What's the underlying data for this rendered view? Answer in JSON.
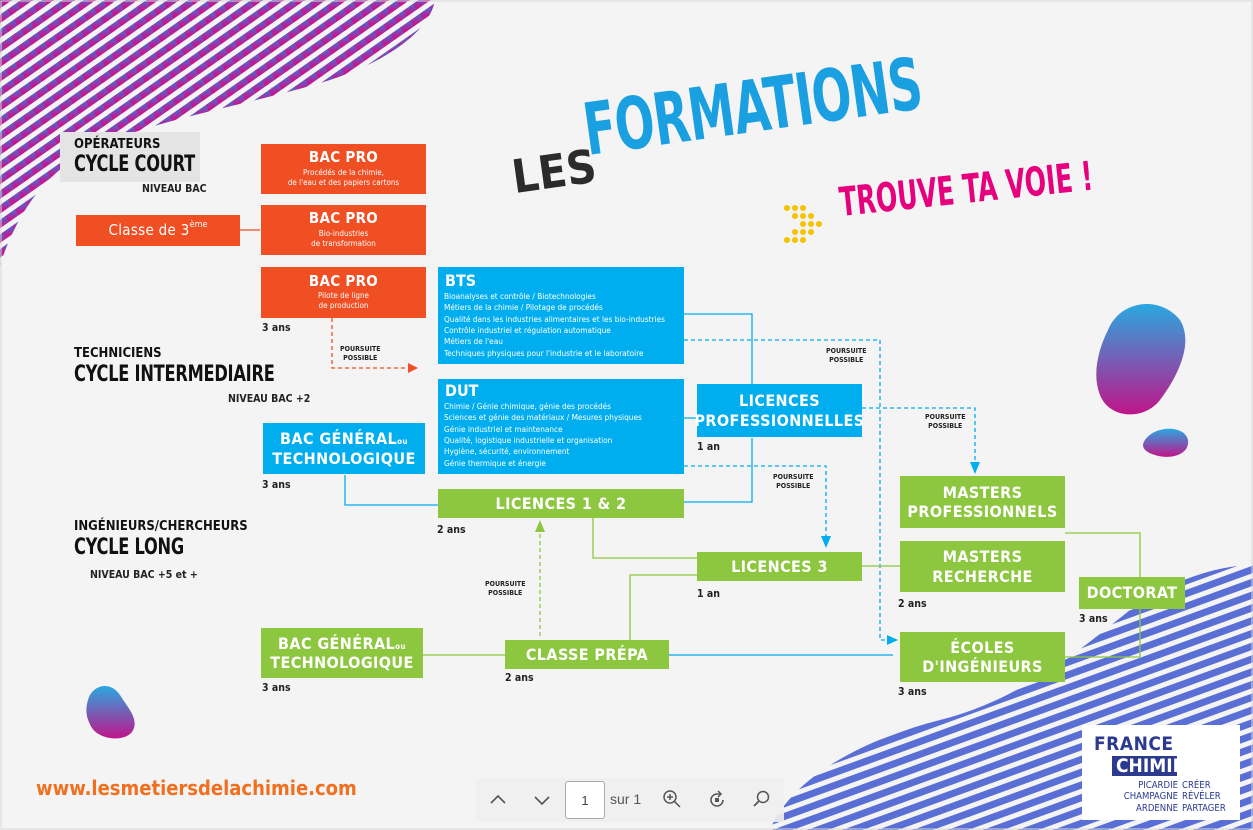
{
  "title": {
    "les": "LES",
    "formations": "FORMATIONS",
    "tagline": "TROUVE TA VOIE !"
  },
  "colors": {
    "orange": "#f04e23",
    "blue": "#00aeef",
    "green": "#8dc63f",
    "pink": "#e6007e",
    "navy": "#2b3a8f"
  },
  "sections": {
    "operateurs": {
      "role": "OPÉRATEURS",
      "cycle": "CYCLE COURT",
      "level": "NIVEAU BAC"
    },
    "techniciens": {
      "role": "TECHNICIENS",
      "cycle": "CYCLE INTERMEDIAIRE",
      "level": "NIVEAU BAC +2"
    },
    "ingenieurs": {
      "role": "INGÉNIEURS/CHERCHEURS",
      "cycle": "CYCLE LONG",
      "level": "NIVEAU BAC +5 et +"
    }
  },
  "classe3": {
    "label": "Classe de 3",
    "sup": "ème"
  },
  "bacpro": [
    {
      "title": "BAC PRO",
      "sub1": "Procédés de la chimie,",
      "sub2": "de l'eau et des papiers cartons"
    },
    {
      "title": "BAC PRO",
      "sub1": "Bio-industries",
      "sub2": "de transformation"
    },
    {
      "title": "BAC PRO",
      "sub1": "Pilote de ligne",
      "sub2": "de production"
    }
  ],
  "bts": {
    "title": "BTS",
    "items": [
      "Bioanalyses et contrôle / Biotechnologies",
      "Métiers de la chimie / Pilotage de procédés",
      "Qualité dans les industries alimentaires et les bio-industries",
      "Contrôle industriel et régulation automatique",
      "Métiers de l'eau",
      "Techniques physiques pour l'industrie et le laboratoire"
    ]
  },
  "dut": {
    "title": "DUT",
    "items": [
      "Chimie / Génie chimique, génie des procédés",
      "Sciences et génie des matériaux / Mesures physiques",
      "Génie industriel et maintenance",
      "Qualité, logistique industrielle et organisation",
      "Hygiène, sécurité, environnement",
      "Génie thermique et énergie"
    ]
  },
  "bac_general_tech": {
    "line1": "BAC GÉNÉRAL",
    "ou": "ou",
    "line2": "TECHNOLOGIQUE"
  },
  "licences_pro": {
    "line1": "LICENCES",
    "line2": "PROFESSIONNELLES"
  },
  "licences_12": "LICENCES 1 & 2",
  "licence_3": "LICENCES 3",
  "classe_prepa": "CLASSE PRÉPA",
  "masters_pro": {
    "line1": "MASTERS",
    "line2": "PROFESSIONNELS"
  },
  "masters_rech": {
    "line1": "MASTERS",
    "line2": "RECHERCHE"
  },
  "doctorat": "DOCTORAT",
  "ecoles": {
    "line1": "ÉCOLES",
    "line2": "D'INGÉNIEURS"
  },
  "durations": {
    "bacpro": "3 ans",
    "bac_tech": "3 ans",
    "bac_long": "3 ans",
    "lic_pro": "1 an",
    "lic_12": "2 ans",
    "lic_3": "1 an",
    "prepa": "2 ans",
    "masters": "2 ans",
    "doctorat": "3 ans",
    "ecoles": "3 ans"
  },
  "poursuite": {
    "line1": "POURSUITE",
    "line2": "POSSIBLE"
  },
  "website": "www.lesmetiersdelachimie.com",
  "logo": {
    "france": "FRANCE",
    "chimie": "CHIMIE",
    "regions": [
      "PICARDIE",
      "CHAMPAGNE",
      "ARDENNE"
    ],
    "motto": [
      "CRÉER",
      "RÉVÉLER",
      "PARTAGER"
    ]
  },
  "viewer": {
    "page_value": "1",
    "page_total": "sur 1",
    "icons": [
      "chevron-up-icon",
      "chevron-down-icon",
      "zoom-in-icon",
      "rotate-icon",
      "search-icon"
    ]
  }
}
